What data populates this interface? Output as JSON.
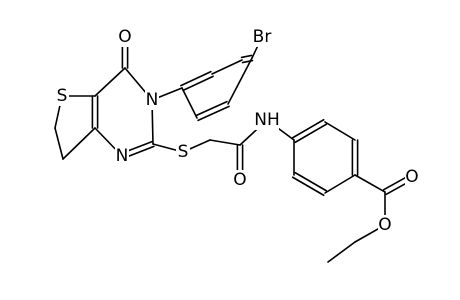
{
  "colors": {
    "background": "#ffffff",
    "bond": "#000000",
    "label": "#000000"
  },
  "atoms": [
    {
      "id": "Br",
      "label": "Br"
    },
    {
      "id": "O1",
      "label": "O"
    },
    {
      "id": "S1",
      "label": "S"
    },
    {
      "id": "N3",
      "label": "N"
    },
    {
      "id": "S2",
      "label": "S"
    },
    {
      "id": "N1",
      "label": "N"
    },
    {
      "id": "NH",
      "label": "NH"
    },
    {
      "id": "O2",
      "label": "O"
    },
    {
      "id": "O3",
      "label": "O"
    },
    {
      "id": "O4",
      "label": "O"
    }
  ]
}
